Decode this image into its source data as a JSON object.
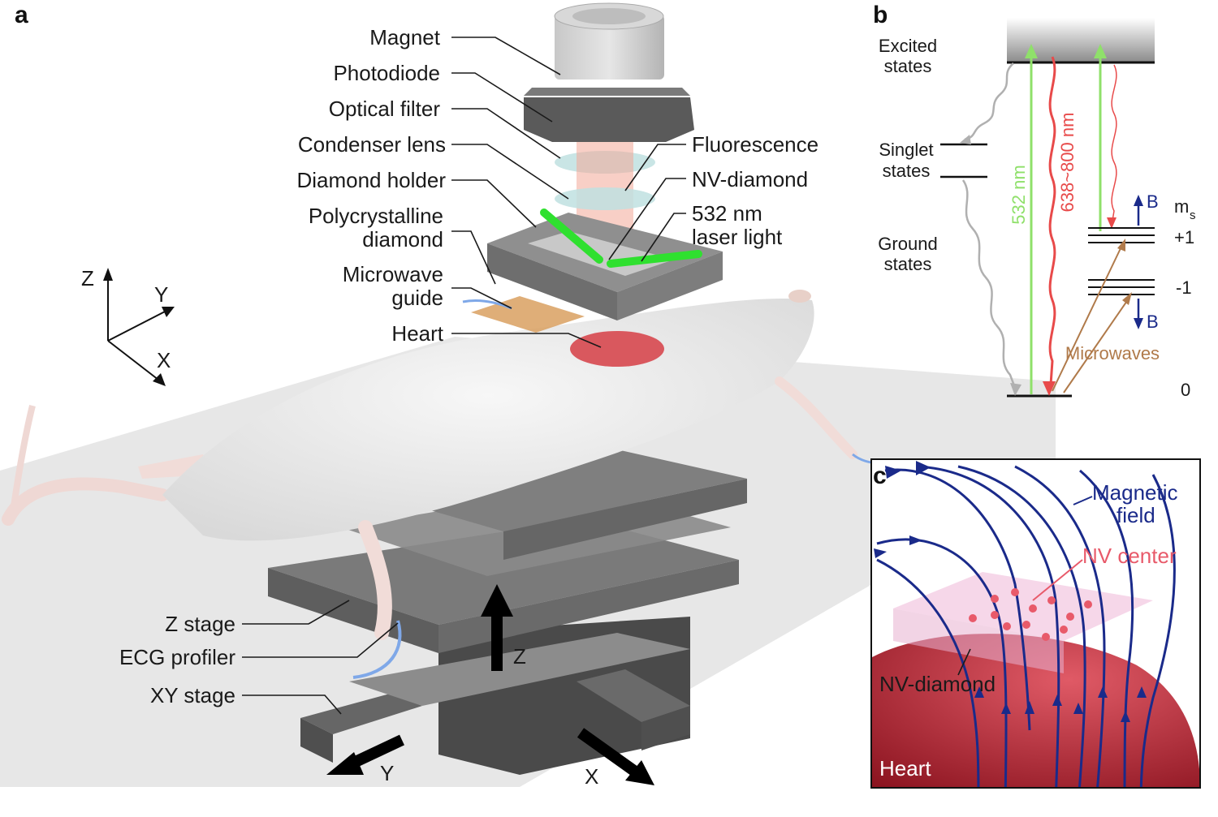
{
  "panels": {
    "a": "a",
    "b": "b",
    "c": "c"
  },
  "panel_a": {
    "component_labels": {
      "magnet": "Magnet",
      "photodiode": "Photodiode",
      "optical_filter": "Optical filter",
      "condenser_lens": "Condenser lens",
      "diamond_holder": "Diamond holder",
      "polycrystalline_1": "Polycrystalline",
      "polycrystalline_2": "diamond",
      "microwave_1": "Microwave",
      "microwave_2": "guide",
      "heart": "Heart",
      "fluorescence": "Fluorescence",
      "nv_diamond": "NV-diamond",
      "laser_1": "532 nm",
      "laser_2": "laser light",
      "z_stage": "Z stage",
      "ecg_profiler": "ECG profiler",
      "xy_stage": "XY stage"
    },
    "axes": {
      "z": "Z",
      "y": "Y",
      "x": "X"
    },
    "stage_arrows": {
      "z": "Z",
      "y": "Y",
      "x": "X"
    },
    "colors": {
      "laser": "#2fe02f",
      "fluorescence": "#f08070",
      "heart": "#d9585e",
      "stage": "#5a5a5a",
      "microwave": "#d9a060",
      "wire": "#7fa8e8"
    }
  },
  "panel_b": {
    "excited_1": "Excited",
    "excited_2": "states",
    "singlet_1": "Singlet",
    "singlet_2": "states",
    "ground_1": "Ground",
    "ground_2": "states",
    "wl_532": "532 nm",
    "wl_emission": "638~800 nm",
    "b_up": "B",
    "b_down": "B",
    "ms": "m",
    "ms_sub": "s",
    "plus1": "+1",
    "minus1": "-1",
    "zero": "0",
    "microwaves": "Microwaves",
    "colors": {
      "green": "#8fe06a",
      "red": "#e84a4a",
      "gray": "#b0b0b0",
      "blue": "#1a2a8a",
      "brown": "#b07a4a"
    }
  },
  "panel_c": {
    "magnetic_1": "Magnetic",
    "magnetic_2": "field",
    "nv_center": "NV center",
    "nv_diamond": "NV-diamond",
    "heart": "Heart",
    "colors": {
      "field": "#1a2a8a",
      "nv": "#e85a6a",
      "heart": "#b8202e"
    }
  }
}
